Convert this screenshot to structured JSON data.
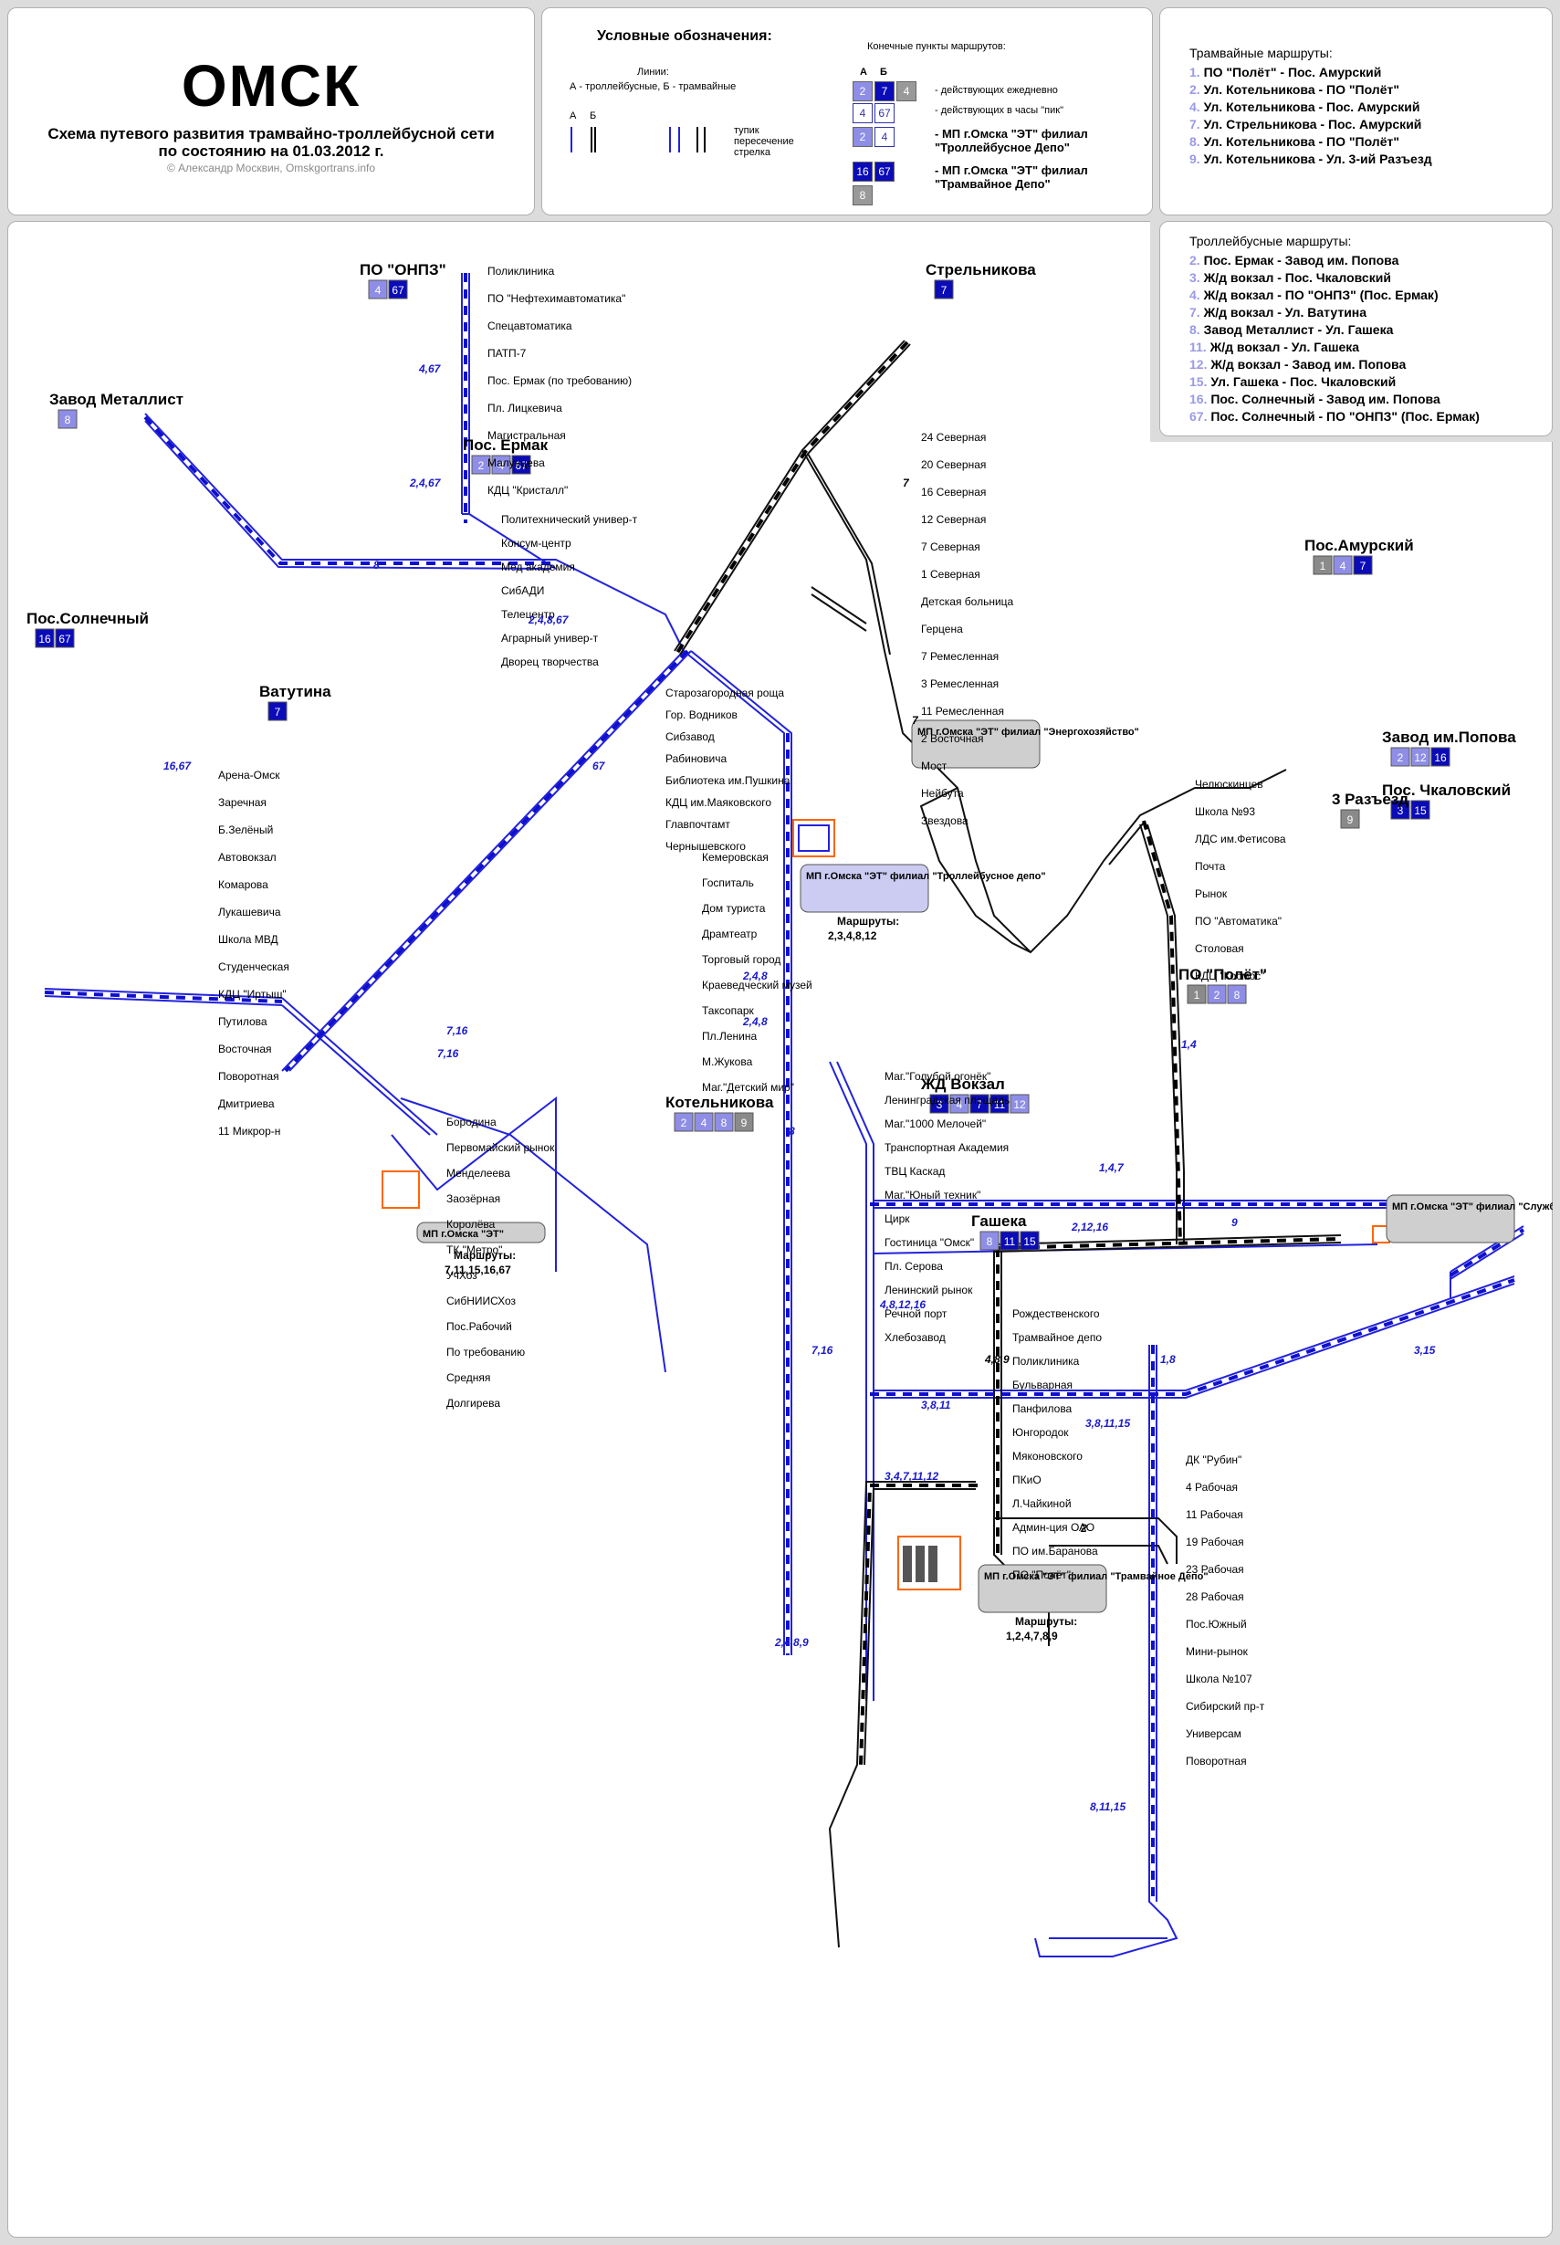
{
  "header": {
    "city": "ОМСК",
    "subtitle_line1": "Схема путевого развития трамвайно-троллейбусной сети",
    "subtitle_line2": "по состоянию на 01.03.2012 г.",
    "credit": "© Александр Москвин, Omskgortrans.info"
  },
  "legend": {
    "title": "Условные обозначения:",
    "lines_label": "Линии:",
    "lines_desc": "А - троллейбусные, Б - трамвайные",
    "col_a": "А",
    "col_b": "Б",
    "deadend": "тупик",
    "crossing": "пересечение",
    "switch": "стрелка",
    "terminals_title": "Конечные пункты маршрутов:",
    "daily": "- действующих ежедневно",
    "peak": "- действующих в часы \"пик\"",
    "depot_troll": "- МП г.Омска \"ЭТ\" филиал \"Троллейбусное Депо\"",
    "depot_tram": "- МП г.Омска \"ЭТ\" филиал \"Трамвайное Депо\""
  },
  "tram_routes": {
    "heading": "Трамвайные маршруты:",
    "items": [
      {
        "num": "1.",
        "text": "ПО \"Полёт\" - Пос. Амурский"
      },
      {
        "num": "2.",
        "text": "Ул. Котельникова - ПО \"Полёт\""
      },
      {
        "num": "4.",
        "text": "Ул. Котельникова - Пос. Амурский"
      },
      {
        "num": "7.",
        "text": "Ул. Стрельникова - Пос. Амурский"
      },
      {
        "num": "8.",
        "text": "Ул. Котельникова - ПО \"Полёт\""
      },
      {
        "num": "9.",
        "text": "Ул. Котельникова - Ул. 3-ий Разъезд"
      }
    ]
  },
  "troll_routes": {
    "heading": "Троллейбусные маршруты:",
    "items": [
      {
        "num": "2.",
        "text": "Пос. Ермак - Завод им. Попова"
      },
      {
        "num": "3.",
        "text": "Ж/д вокзал - Пос. Чкаловский"
      },
      {
        "num": "4.",
        "text": "Ж/д вокзал - ПО \"ОНПЗ\" (Пос. Ермак)"
      },
      {
        "num": "7.",
        "text": "Ж/д вокзал - Ул. Ватутина"
      },
      {
        "num": "8.",
        "text": "Завод Металлист - Ул. Гашека"
      },
      {
        "num": "11.",
        "text": "Ж/д вокзал - Ул. Гашека"
      },
      {
        "num": "12.",
        "text": "Ж/д вокзал - Завод им. Попова"
      },
      {
        "num": "15.",
        "text": "Ул. Гашека - Пос. Чкаловский"
      },
      {
        "num": "16.",
        "text": "Пос. Солнечный - Завод им. Попова"
      },
      {
        "num": "67.",
        "text": "Пос. Солнечный - ПО \"ОНПЗ\" (Пос. Ермак)"
      }
    ]
  },
  "map": {
    "terminals": [
      {
        "name": "ПО \"ОНПЗ\"",
        "badges": [
          "4",
          "67"
        ]
      },
      {
        "name": "Завод Металлист",
        "badges": [
          "8"
        ]
      },
      {
        "name": "Пос. Ермак",
        "badges": [
          "2",
          "4",
          "67"
        ]
      },
      {
        "name": "Стрельникова",
        "badges": [
          "7"
        ]
      },
      {
        "name": "Пос.Амурский",
        "badges": [
          "1",
          "4",
          "7"
        ]
      },
      {
        "name": "Пос.Солнечный",
        "badges": [
          "16",
          "67"
        ]
      },
      {
        "name": "Ватутина",
        "badges": [
          "7"
        ]
      },
      {
        "name": "Завод им.Попова",
        "badges": [
          "2",
          "12",
          "16"
        ]
      },
      {
        "name": "Пос. Чкаловский",
        "badges": [
          "3",
          "15"
        ]
      },
      {
        "name": "3 Разъезд",
        "badges": [
          "9"
        ]
      },
      {
        "name": "ПО \"Полёт\"",
        "badges": [
          "1",
          "2",
          "8"
        ]
      },
      {
        "name": "ЖД Вокзал",
        "badges": [
          "3",
          "4",
          "7",
          "11",
          "12"
        ]
      },
      {
        "name": "Котельникова",
        "badges": [
          "2",
          "4",
          "8",
          "9"
        ]
      },
      {
        "name": "Гашека",
        "badges": [
          "8",
          "11",
          "15"
        ]
      }
    ],
    "depots": [
      {
        "name": "МП г.Омска \"ЭТ\" филиал \"Энергохозяйство\""
      },
      {
        "name": "МП г.Омска \"ЭТ\" филиал \"Троллейбусное депо\"",
        "routes_label": "Маршруты:",
        "routes": "2,3,4,8,12"
      },
      {
        "name": "МП г.Омска \"ЭТ\"",
        "routes_label": "Маршруты:",
        "routes": "7,11,15,16,67"
      },
      {
        "name": "МП г.Омска \"ЭТ\" филиал \"Служба Пути\""
      },
      {
        "name": "МП г.Омска \"ЭТ\" филиал \"Трамвайное Депо\"",
        "routes_label": "Маршруты:",
        "routes": "1,2,4,7,8,9"
      }
    ],
    "stops": [
      "Поликлиника",
      "ПО \"Нефтехимавтоматика\"",
      "Спецавтоматика",
      "ПАТП-7",
      "Пос. Ермак (по требованию)",
      "Пл. Лицкевича",
      "Магистральная",
      "Малунцева",
      "КДЦ \"Кристалл\"",
      "Политехнический универ-т",
      "Консум-центр",
      "Мед академия",
      "СибАДИ",
      "Телецентр",
      "Аграрный универ-т",
      "Дворец творчества",
      "Старозагородная роща",
      "Гор. Водников",
      "Сибзавод",
      "Рабиновича",
      "Библиотека им.Пушкина",
      "КДЦ им.Маяковского",
      "Главпочтамт",
      "Чернышевского",
      "Кемеровская",
      "Госпиталь",
      "Дом туриста",
      "Драмтеатр",
      "Торговый город",
      "Краеведческий музей",
      "Таксопарк",
      "Пл.Ленина",
      "М.Жукова",
      "Маг.\"Детский мир\"",
      "Маг.\"Голубой огонёк\"",
      "Ленинградская площадь",
      "Маг.\"1000 Мелочей\"",
      "Транспортная Академия",
      "ТВЦ Каскад",
      "Маг.\"Юный техник\"",
      "Цирк",
      "Гостиница \"Омск\"",
      "Пл. Серова",
      "Ленинский рынок",
      "Речной порт",
      "Хлебозавод",
      "Рождественского",
      "Трамвайное депо",
      "Поликлиника",
      "Бульварная",
      "Панфилова",
      "Юнгородок",
      "Мяконовского",
      "ПКиО",
      "Л.Чайкиной",
      "Админ-ция ОАО",
      "ПО им.Баранова",
      "ПО \"Полёт\"",
      "ДК \"Рубин\"",
      "4 Рабочая",
      "11 Рабочая",
      "19 Рабочая",
      "23 Рабочая",
      "28 Рабочая",
      "Пос.Южный",
      "Мини-рынок",
      "Школа №107",
      "Сибирский пр-т",
      "Универсам",
      "Поворотная",
      "Арена-Омск",
      "Заречная",
      "Б.Зелёный",
      "Автовокзал",
      "Комарова",
      "Лукашевича",
      "Школа МВД",
      "Студенческая",
      "КДЦ \"Иртыш\"",
      "Путилова",
      "Восточная",
      "Поворотная",
      "Дмитриева",
      "11 Микрор-н",
      "Бородина",
      "Первомайский рынок",
      "Менделеева",
      "Заозёрная",
      "Королёва",
      "ТК \"Метро\"",
      "УчХоз",
      "СибНИИСХоз",
      "Пос.Рабочий",
      "По требованию",
      "Средняя",
      "Долгирева",
      "24 Северная",
      "20 Северная",
      "16 Северная",
      "12 Северная",
      "7 Северная",
      "1 Северная",
      "Детская больница",
      "Герцена",
      "7 Ремесленная",
      "3 Ремесленная",
      "11 Ремесленная",
      "2 Восточная",
      "Мост",
      "Нейбута",
      "Звездова",
      "Челюскинцев",
      "Школа №93",
      "ЛДС им.Фетисова",
      "Почта",
      "Рынок",
      "ПО \"Автоматика\"",
      "Столовая",
      "КДЦ \"Космос\""
    ],
    "route_labels": [
      "4,67",
      "2,4,67",
      "8",
      "2,4,8,67",
      "67",
      "16,67",
      "7,16",
      "7,16",
      "2,4,8",
      "2,4,8",
      "8",
      "7,16",
      "4,8,12,16",
      "3,8,11",
      "3,4,7,11,12",
      "2,4,8,9",
      "2,12,16",
      "9",
      "1,4,7",
      "1,4",
      "1,8",
      "3,8,11,15",
      "3,15",
      "8,11,15",
      "7",
      "7",
      "4,8,9",
      "2"
    ]
  }
}
